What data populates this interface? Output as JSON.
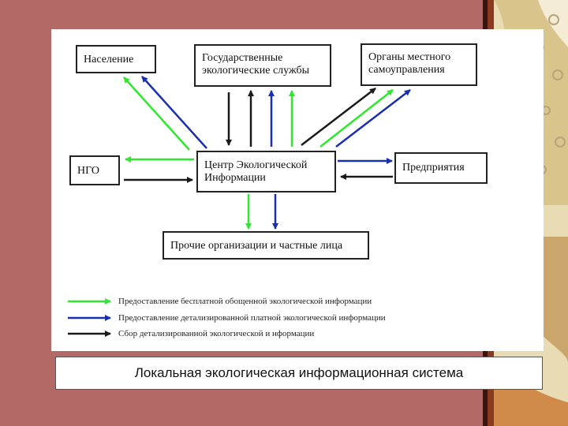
{
  "diagram": {
    "nodes": {
      "population": "Население",
      "state_services": "Государственные\nэкологические службы",
      "local_authorities": "Органы местного\nсамоуправления",
      "ngo": "НГО",
      "center": "Центр Экологической\nИнформации",
      "enterprises": "Предприятия",
      "others": "Прочие организации и частные лица"
    },
    "legend": [
      {
        "color": "#2ee82e",
        "label": "Предоставление бесплатной обощенной экологической информации"
      },
      {
        "color": "#1a2fb0",
        "label": "Предоставление детализированной платной экологической информации"
      },
      {
        "color": "#1a1a1a",
        "label": "Сбор детализированной экологической и нформации"
      }
    ],
    "colors": {
      "green": "#2ee82e",
      "blue": "#1a2fb0",
      "black": "#1a1a1a"
    }
  },
  "caption": "Локальная экологическая информационная система"
}
